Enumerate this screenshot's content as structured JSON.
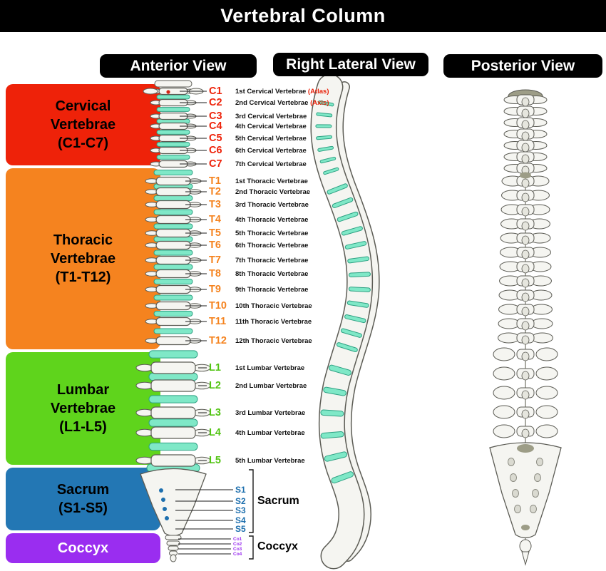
{
  "title": "Vertebral Column",
  "views": {
    "anterior": "Anterior View",
    "lateral": "Right Lateral View",
    "posterior": "Posterior View"
  },
  "regions": [
    {
      "id": "cervical",
      "lines": [
        "Cervical",
        "Vertebrae",
        "(C1-C7)"
      ],
      "color": "#ee2209",
      "text_color": "#000000"
    },
    {
      "id": "thoracic",
      "lines": [
        "Thoracic",
        "Vertebrae",
        "(T1-T12)"
      ],
      "color": "#f5831f",
      "text_color": "#000000"
    },
    {
      "id": "lumbar",
      "lines": [
        "Lumbar",
        "Vertebrae",
        "(L1-L5)"
      ],
      "color": "#5fd41c",
      "text_color": "#000000"
    },
    {
      "id": "sacrum",
      "lines": [
        "Sacrum",
        "(S1-S5)"
      ],
      "color": "#2377b4",
      "text_color": "#000000"
    },
    {
      "id": "coccyx",
      "lines": [
        "Coccyx"
      ],
      "color": "#9a2df0",
      "text_color": "#ffffff"
    }
  ],
  "vertebra_groups": [
    {
      "id": "cervical",
      "color": "#ee2209",
      "labels": [
        {
          "code": "C1",
          "desc": "1st Cervical Vertebrae",
          "suffix": "(Atlas)"
        },
        {
          "code": "C2",
          "desc": "2nd Cervical Vertebrae",
          "suffix": "(Axis)"
        },
        {
          "code": "C3",
          "desc": "3rd Cervical Vertebrae"
        },
        {
          "code": "C4",
          "desc": "4th Cervical Vertebrae"
        },
        {
          "code": "C5",
          "desc": "5th Cervical Vertebrae"
        },
        {
          "code": "C6",
          "desc": "6th Cervical Vertebrae"
        },
        {
          "code": "C7",
          "desc": "7th Cervical Vertebrae"
        }
      ]
    },
    {
      "id": "thoracic",
      "color": "#f5831f",
      "labels": [
        {
          "code": "T1",
          "desc": "1st Thoracic Vertebrae"
        },
        {
          "code": "T2",
          "desc": "2nd Thoracic Vertebrae"
        },
        {
          "code": "T3",
          "desc": "3rd Thoracic Vertebrae"
        },
        {
          "code": "T4",
          "desc": "4th Thoracic Vertebrae"
        },
        {
          "code": "T5",
          "desc": "5th Thoracic Vertebrae"
        },
        {
          "code": "T6",
          "desc": "6th Thoracic Vertebrae"
        },
        {
          "code": "T7",
          "desc": "7th Thoracic Vertebrae"
        },
        {
          "code": "T8",
          "desc": "8th Thoracic Vertebrae"
        },
        {
          "code": "T9",
          "desc": "9th Thoracic Vertebrae"
        },
        {
          "code": "T10",
          "desc": "10th Thoracic Vertebrae"
        },
        {
          "code": "T11",
          "desc": "11th Thoracic Vertebrae"
        },
        {
          "code": "T12",
          "desc": "12th Thoracic Vertebrae"
        }
      ]
    },
    {
      "id": "lumbar",
      "color": "#53c414",
      "labels": [
        {
          "code": "L1",
          "desc": "1st Lumbar Vertebrae"
        },
        {
          "code": "L2",
          "desc": "2nd Lumbar Vertebrae"
        },
        {
          "code": "L3",
          "desc": "3rd Lumbar Vertebrae"
        },
        {
          "code": "L4",
          "desc": "4th Lumbar Vertebrae"
        },
        {
          "code": "L5",
          "desc": "5th Lumbar Vertebrae"
        }
      ]
    },
    {
      "id": "sacral",
      "color": "#1d6fae",
      "bracket_label": "Sacrum",
      "labels": [
        {
          "code": "S1"
        },
        {
          "code": "S2"
        },
        {
          "code": "S3"
        },
        {
          "code": "S4"
        },
        {
          "code": "S5"
        }
      ]
    },
    {
      "id": "coccygeal",
      "color": "#9a2df0",
      "bracket_label": "Coccyx",
      "labels": [
        {
          "code": "Co1"
        },
        {
          "code": "Co2"
        },
        {
          "code": "Co3"
        },
        {
          "code": "Co4"
        }
      ]
    }
  ],
  "palette": {
    "bone": "#f5f5f1",
    "bone_stroke": "#5c5c55",
    "disc": "#7fe8c7",
    "disc_stroke": "#2ea183",
    "leader": "#1a1a1a",
    "suffix_color": "#e82109",
    "sacral_dot": "#1d6fae",
    "accent_olive": "#9d9d87",
    "artery_red": "#d42413"
  }
}
